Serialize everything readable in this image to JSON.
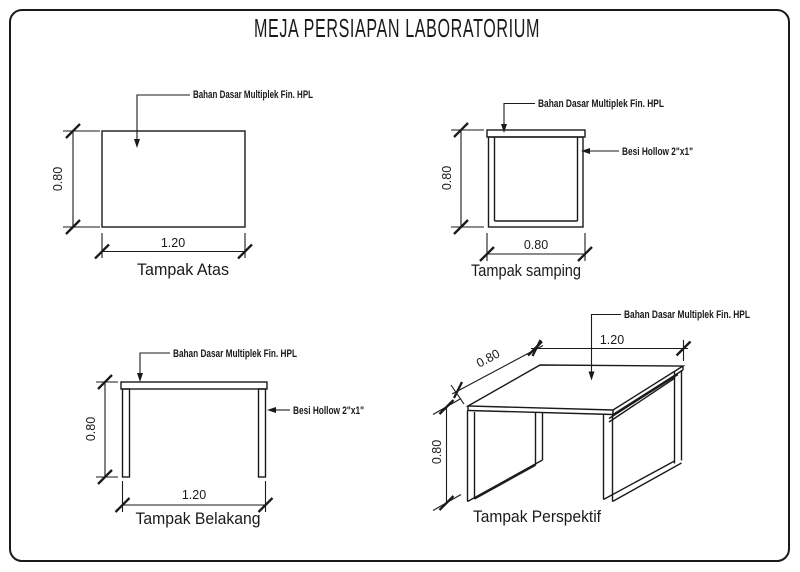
{
  "page": {
    "title": "MEJA PERSIAPAN LABORATORIUM"
  },
  "labels": {
    "material": "Bahan Dasar Multiplek Fin. HPL",
    "frame": "Besi Hollow 2\"x1\""
  },
  "views": {
    "top": {
      "name": "Tampak Atas",
      "width": "1.20",
      "height": "0.80"
    },
    "side": {
      "name": "Tampak samping",
      "width": "0.80",
      "height": "0.80"
    },
    "back": {
      "name": "Tampak Belakang",
      "width": "1.20",
      "height": "0.80"
    },
    "perspective": {
      "name": "Tampak Perspektif",
      "width": "1.20",
      "depth": "0.80",
      "height": "0.80"
    }
  },
  "colors": {
    "line": "#1a1a1a",
    "background": "#ffffff"
  }
}
